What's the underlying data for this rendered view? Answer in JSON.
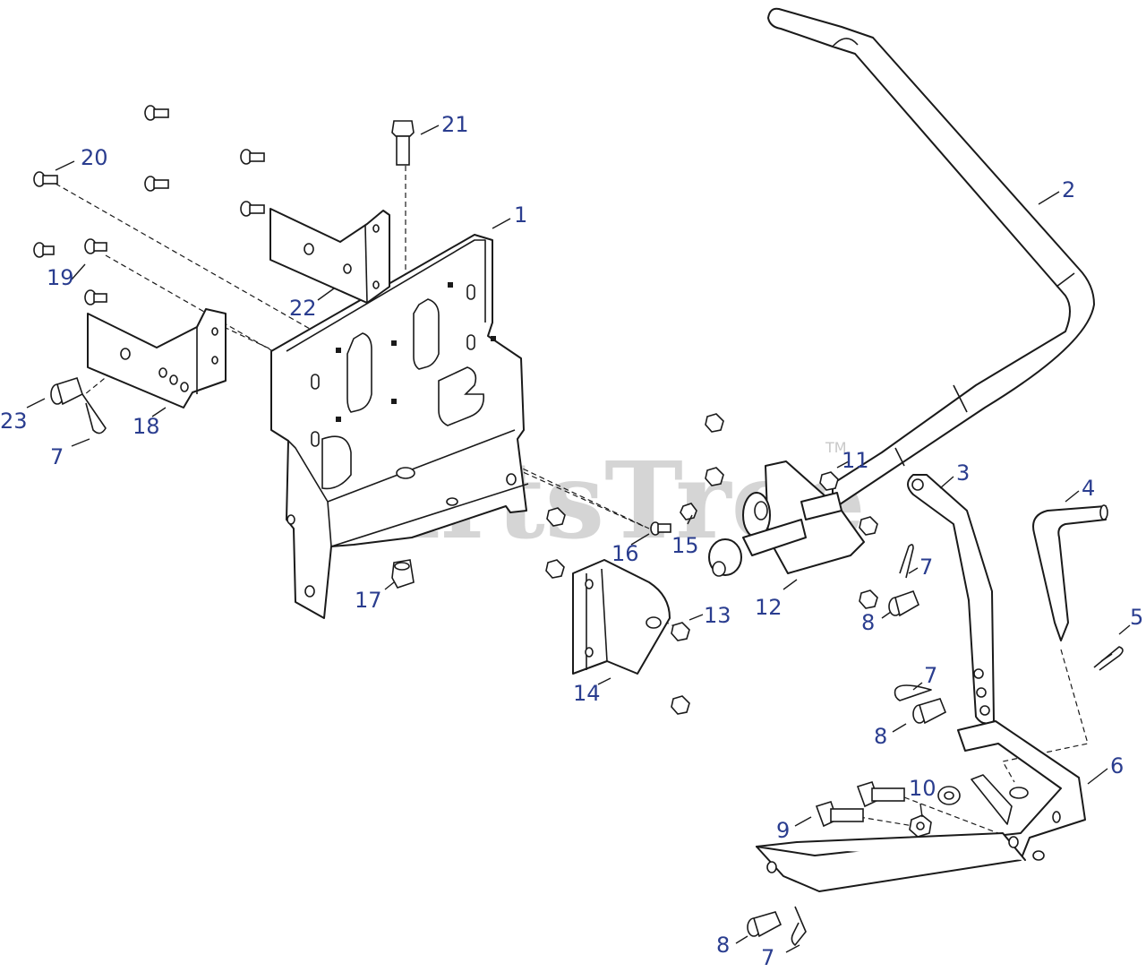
{
  "watermark": {
    "text": "PartsTree",
    "trademark": "TM"
  },
  "callouts": {
    "c1": "1",
    "c2": "2",
    "c3": "3",
    "c4": "4",
    "c5": "5",
    "c6": "6",
    "c7a": "7",
    "c7b": "7",
    "c7c": "7",
    "c7d": "7",
    "c8a": "8",
    "c8b": "8",
    "c8c": "8",
    "c9": "9",
    "c10": "10",
    "c11": "11",
    "c12": "12",
    "c13": "13",
    "c14": "14",
    "c15": "15",
    "c16": "16",
    "c17": "17",
    "c18": "18",
    "c19": "19",
    "c20": "20",
    "c21": "21",
    "c22": "22",
    "c23": "23"
  }
}
